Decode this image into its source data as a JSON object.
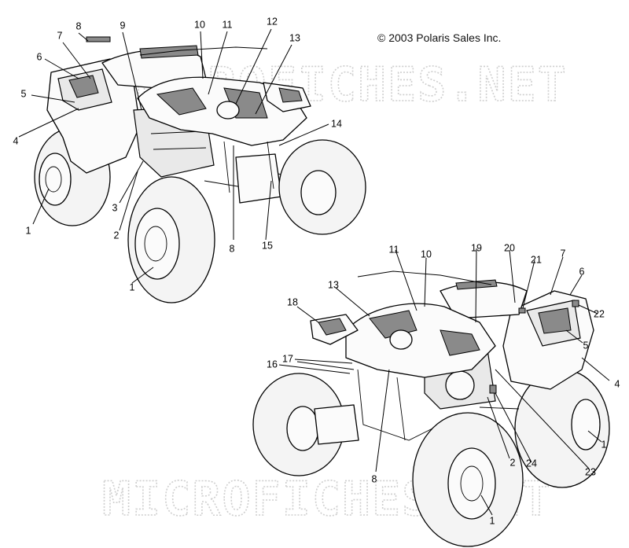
{
  "copyright": "© 2003 Polaris Sales Inc.",
  "watermark": "MICROFICHES.NET",
  "views": [
    {
      "id": "upper-left-view",
      "callouts": [
        "1",
        "1",
        "2",
        "3",
        "4",
        "5",
        "6",
        "7",
        "8",
        "8",
        "9",
        "10",
        "11",
        "12",
        "13",
        "14",
        "15"
      ]
    },
    {
      "id": "lower-right-view",
      "callouts": [
        "1",
        "1",
        "2",
        "4",
        "5",
        "6",
        "7",
        "8",
        "10",
        "11",
        "13",
        "16",
        "17",
        "18",
        "19",
        "20",
        "21",
        "22",
        "23",
        "24"
      ]
    }
  ]
}
